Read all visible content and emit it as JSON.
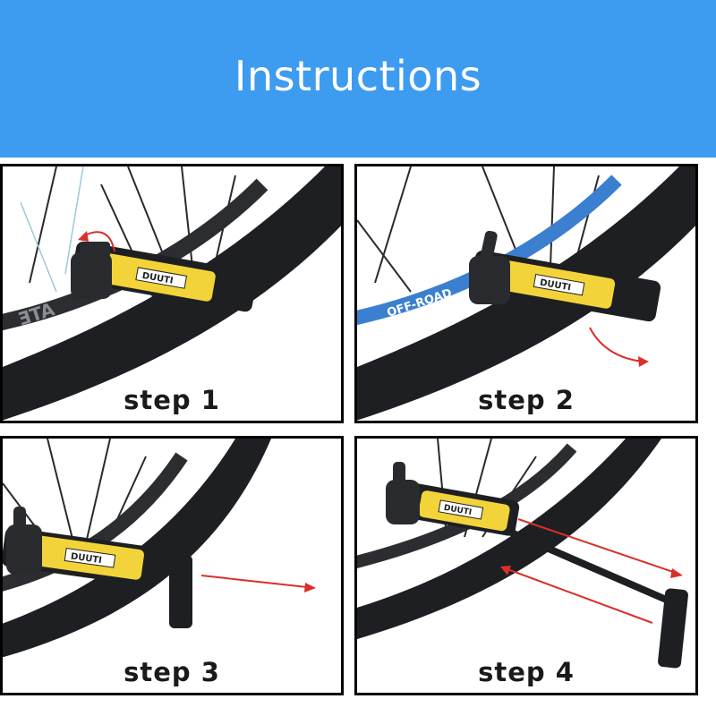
{
  "header": {
    "title": "Instructions"
  },
  "steps": [
    {
      "label": "step 1",
      "pump_brand": "DUUTI"
    },
    {
      "label": "step 2",
      "pump_brand": "DUUTI"
    },
    {
      "label": "step  3",
      "pump_brand": "DUUTI"
    },
    {
      "label": "step 4",
      "pump_brand": "DUUTI"
    }
  ],
  "rim_text": {
    "panel2": "OFF-ROAD"
  },
  "colors": {
    "header_bg": "#3d9cf0",
    "pump_yellow": "#f2d43a",
    "tire": "#1e1f22",
    "arrow_red": "#d9302a",
    "rim_blue": "#3a7fd0"
  },
  "icons": [
    "curved-arrow-icon",
    "straight-arrow-icon"
  ]
}
